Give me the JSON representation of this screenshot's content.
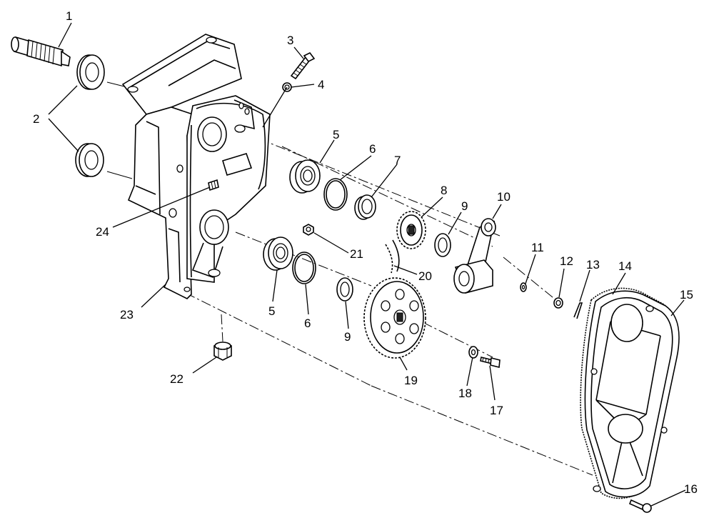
{
  "diagram": {
    "callouts": [
      {
        "id": "c1",
        "label": "1"
      },
      {
        "id": "c2",
        "label": "2"
      },
      {
        "id": "c3",
        "label": "3"
      },
      {
        "id": "c4",
        "label": "4"
      },
      {
        "id": "c5a",
        "label": "5"
      },
      {
        "id": "c5b",
        "label": "5"
      },
      {
        "id": "c6a",
        "label": "6"
      },
      {
        "id": "c6b",
        "label": "6"
      },
      {
        "id": "c7",
        "label": "7"
      },
      {
        "id": "c8",
        "label": "8"
      },
      {
        "id": "c9a",
        "label": "9"
      },
      {
        "id": "c9b",
        "label": "9"
      },
      {
        "id": "c10",
        "label": "10"
      },
      {
        "id": "c11",
        "label": "11"
      },
      {
        "id": "c12",
        "label": "12"
      },
      {
        "id": "c13",
        "label": "13"
      },
      {
        "id": "c14",
        "label": "14"
      },
      {
        "id": "c15",
        "label": "15"
      },
      {
        "id": "c16",
        "label": "16"
      },
      {
        "id": "c17",
        "label": "17"
      },
      {
        "id": "c18",
        "label": "18"
      },
      {
        "id": "c19",
        "label": "19"
      },
      {
        "id": "c20",
        "label": "20"
      },
      {
        "id": "c21",
        "label": "21"
      },
      {
        "id": "c22",
        "label": "22"
      },
      {
        "id": "c23",
        "label": "23"
      },
      {
        "id": "c24",
        "label": "24"
      }
    ]
  }
}
